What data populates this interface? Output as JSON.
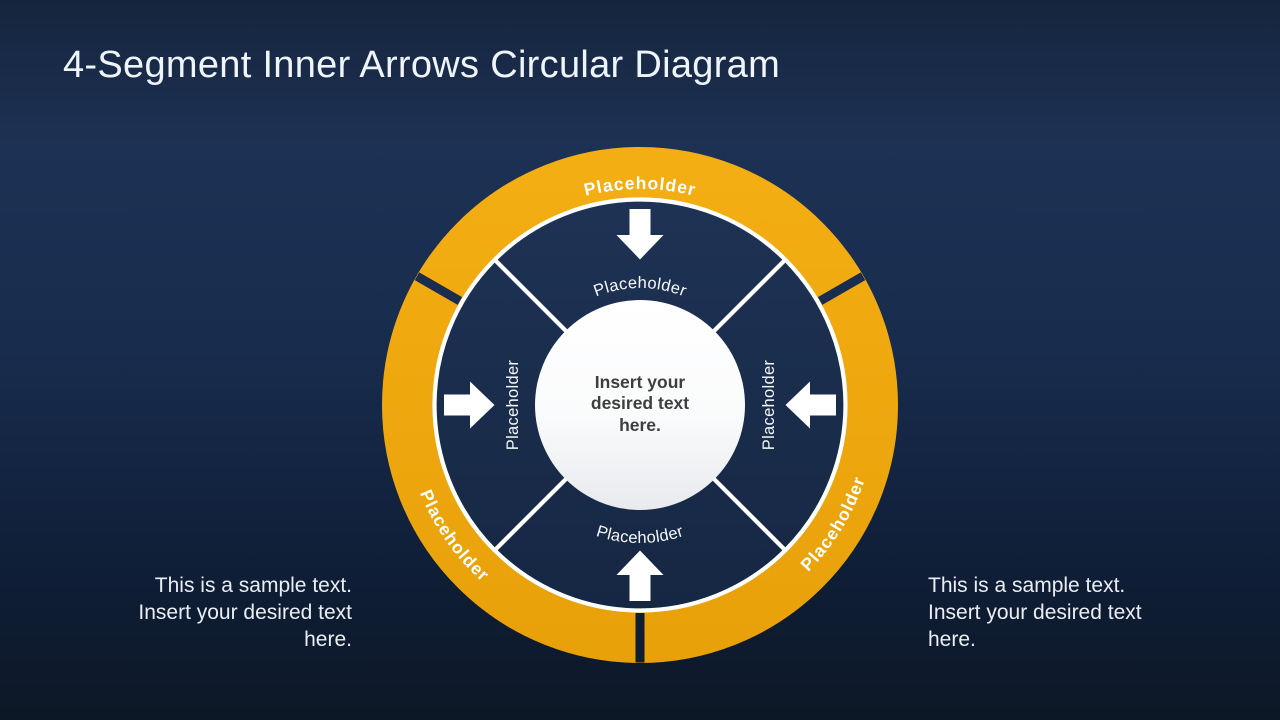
{
  "slide": {
    "title": "4-Segment Inner Arrows Circular Diagram"
  },
  "diagram": {
    "outer_ring": {
      "top": {
        "label": "Placeholder"
      },
      "bottom_left": {
        "label": "Placeholder"
      },
      "bottom_right": {
        "label": "Placeholder"
      }
    },
    "inner_segments": {
      "top": {
        "label": "Placeholder",
        "arrow": "down"
      },
      "right": {
        "label": "Placeholder",
        "arrow": "left"
      },
      "bottom": {
        "label": "Placeholder",
        "arrow": "up"
      },
      "left": {
        "label": "Placeholder",
        "arrow": "right"
      }
    },
    "center_label": {
      "text": "Insert your desired text here.",
      "lines": [
        "Insert your",
        "desired text",
        "here."
      ]
    }
  },
  "captions": {
    "left": {
      "text": "This is a sample text. Insert your desired text here.",
      "lines": [
        "This is a sample text.",
        "Insert your desired text",
        "here."
      ]
    },
    "right": {
      "text": "This is a sample text. Insert your desired text here.",
      "lines": [
        "This is a sample text.",
        "Insert your desired text",
        "here."
      ]
    }
  },
  "colors": {
    "ring_accent": "#EFA80F",
    "background_top": "#1D3154",
    "background_bottom": "#0D1726",
    "inner_circle": "#182A4C",
    "center_circle": "#FFFFFF",
    "center_text": "#3E3E3E",
    "label_text": "#FFFFFF"
  }
}
